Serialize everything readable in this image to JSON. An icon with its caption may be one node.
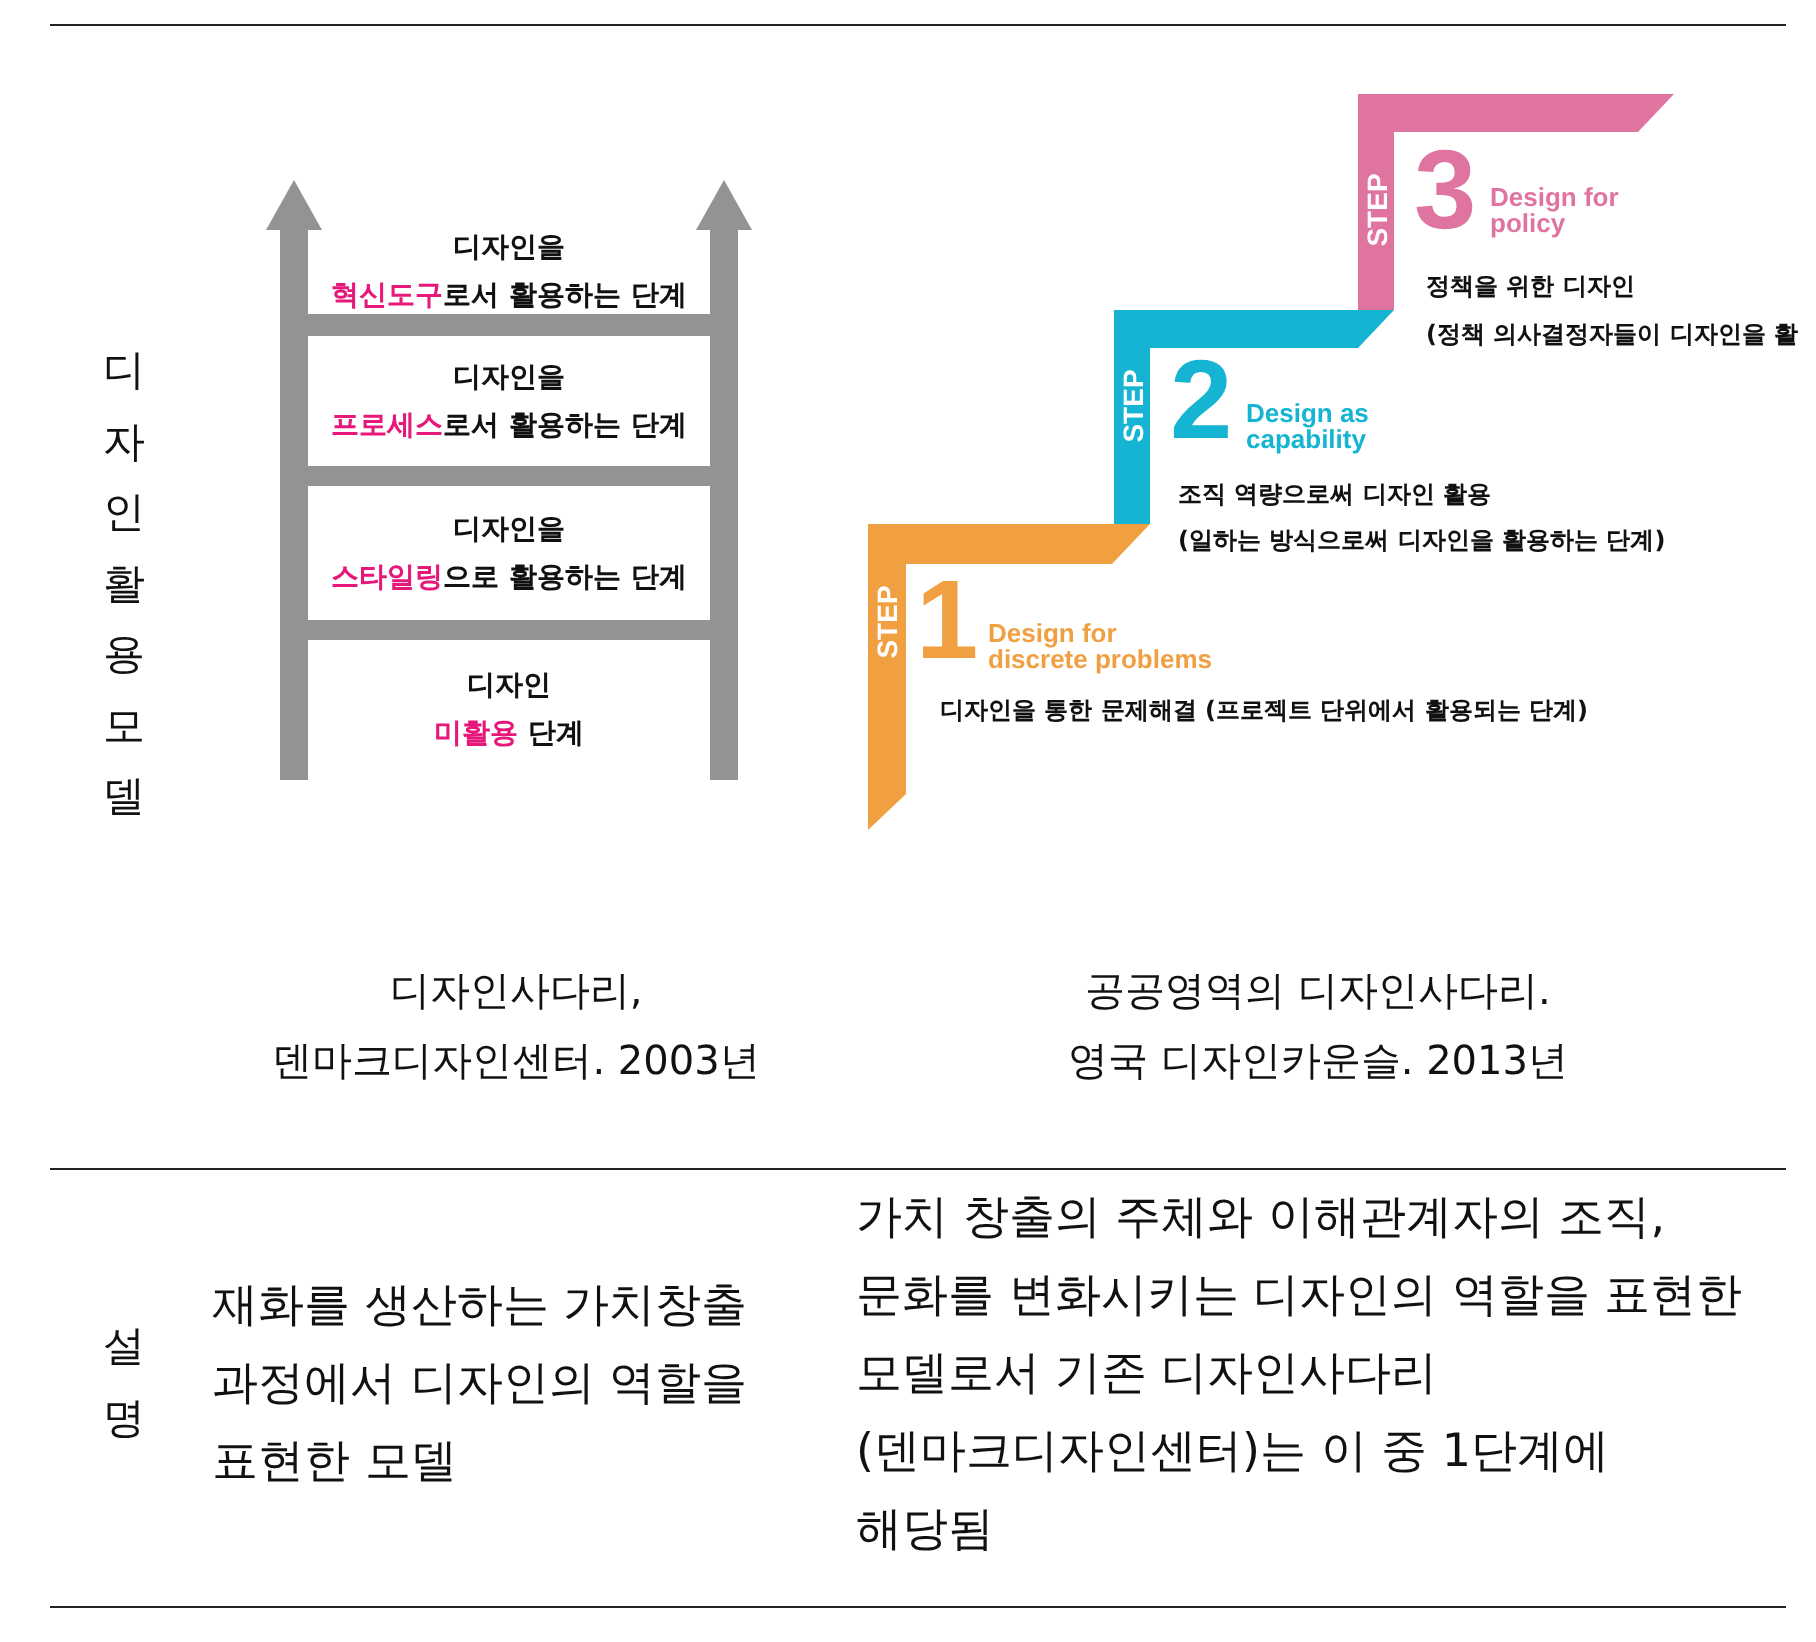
{
  "diagram": {
    "nodes": [
      {
        "text": [
          "디자인을",
          "**혁신도구**로서 활용하는 단계"
        ]
      },
      {
        "text": [
          "디자인을",
          "**프로세스**로서 활용하는 단계"
        ]
      },
      {
        "text": [
          "디자인을",
          "**스타일링**으로 활용하는 단계"
        ]
      },
      {
        "text": [
          "디자인",
          "**미활용** 단계"
        ]
      },
      {
        "text": [
          "STEP",
          "1",
          "Design for discrete problems"
        ],
        "beside": [
          "디자인을 통한 문제해결 (프로젝트 단위에서 활용되는 단계)"
        ]
      },
      {
        "text": [
          "STEP",
          "2",
          "Design as capability"
        ],
        "beside": [
          "조직 역량으로써 디자인 활용",
          "(일하는 방식으로써 디자인을 활용하는 단계)"
        ]
      },
      {
        "text": [
          "STEP",
          "3",
          "Design for policy"
        ],
        "beside": [
          "정책을 위한 디자인",
          "(정책 의사결정자들이 디자인을 활"
        ]
      }
    ],
    "labels": [
      "디자인활용모델",
      "디자인사다리, 덴마크디자인센터. 2003년",
      "공공영역의 디자인사다리. 영국 디자인카운슬. 2013년",
      "설명",
      "재화를 생산하는 가치창출 과정에서 디자인의 역할을 표현한 모델",
      "가치 창출의 주체와 이해관계자의 조직, 문화를 변화시키는 디자인의 역할을 표현한 모델로서 기존 디자인사다리 (덴마크디자인센터)는 이 중 1단계에 해당됨"
    ]
  }
}
